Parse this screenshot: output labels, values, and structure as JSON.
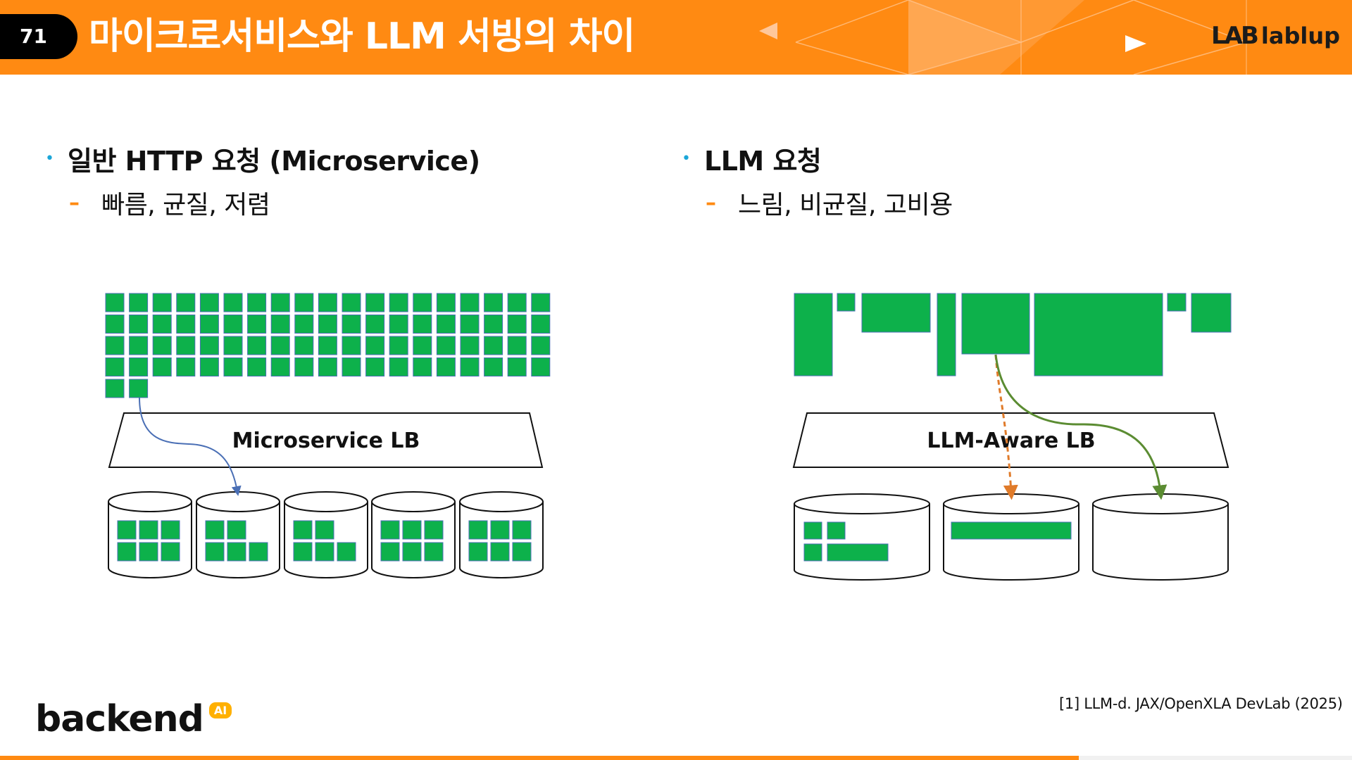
{
  "header": {
    "slide_number": "71",
    "title": "마이크로서비스와 LLM 서빙의 차이",
    "logo_text": "lablup",
    "logo_mark": "LAB",
    "color": "#ff8a12"
  },
  "left": {
    "bullet": "일반 HTTP 요청 (Microservice)",
    "sub": "빠름, 균질, 저렴",
    "lb_label": "Microservice LB"
  },
  "right": {
    "bullet": "LLM 요청",
    "sub": "느림, 비균질, 고비용",
    "lb_label": "LLM-Aware LB"
  },
  "colors": {
    "request": "#0db14b",
    "request_border": "#4a6fb5",
    "arrow_left": "#4a6fb5",
    "arrow_orange": "#e07b2a",
    "arrow_green": "#5b8c32",
    "bullet": "#1ba6d8"
  },
  "footnote": "[1] LLM-d. JAX/OpenXLA DevLab (2025)",
  "brand": {
    "word": "backend",
    "badge": "AI"
  }
}
